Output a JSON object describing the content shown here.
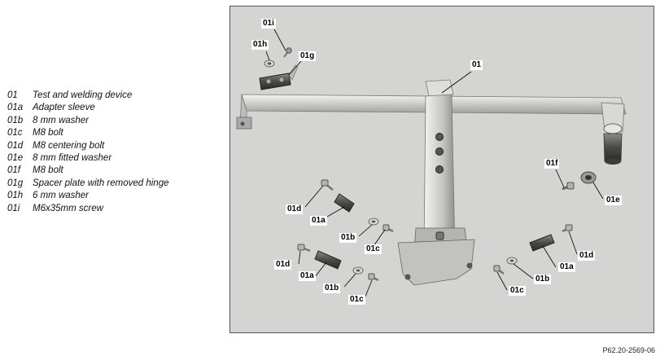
{
  "legend": [
    {
      "code": "01",
      "text": "Test and welding device"
    },
    {
      "code": "01a",
      "text": "Adapter sleeve"
    },
    {
      "code": "01b",
      "text": "8 mm washer"
    },
    {
      "code": "01c",
      "text": "M8 bolt"
    },
    {
      "code": "01d",
      "text": "M8 centering bolt"
    },
    {
      "code": "01e",
      "text": "8 mm fitted washer"
    },
    {
      "code": "01f",
      "text": "M8 bolt"
    },
    {
      "code": "01g",
      "text": "Spacer plate with removed hinge"
    },
    {
      "code": "01h",
      "text": "6 mm washer"
    },
    {
      "code": "01i",
      "text": "M6x35mm screw"
    }
  ],
  "callouts": {
    "c01": "01",
    "c01i": "01i",
    "c01h": "01h",
    "c01g": "01g",
    "c01f": "01f",
    "c01e": "01e",
    "c01d_1": "01d",
    "c01a_1": "01a",
    "c01b_1": "01b",
    "c01c_1": "01c",
    "c01d_2": "01d",
    "c01a_2": "01a",
    "c01b_2": "01b",
    "c01c_2": "01c",
    "c01d_3": "01d",
    "c01a_3": "01a",
    "c01b_3": "01b",
    "c01c_3": "01c"
  },
  "figure_ref": "P62.20-2569-06"
}
